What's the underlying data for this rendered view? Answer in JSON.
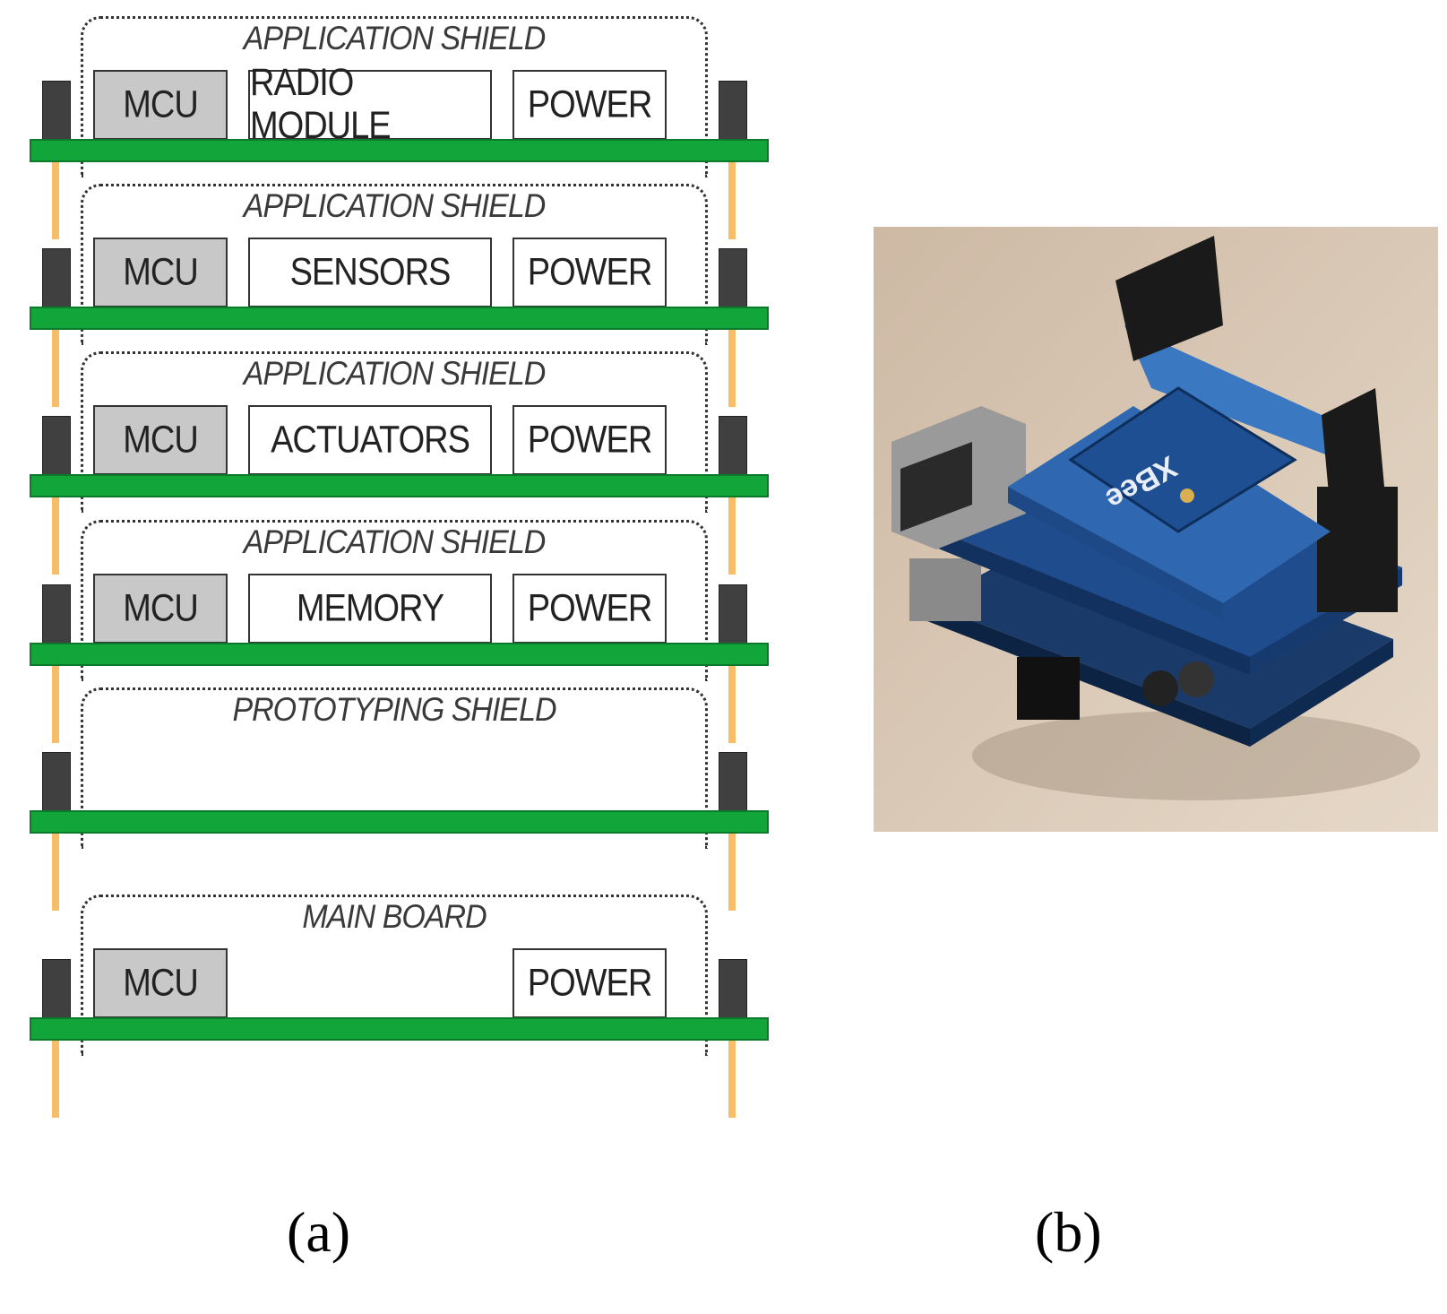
{
  "layers": [
    {
      "title": "APPLICATION SHIELD",
      "components": [
        {
          "label": "MCU",
          "style": "gray"
        },
        {
          "label": "RADIO MODULE",
          "style": "white"
        },
        {
          "label": "POWER",
          "style": "white"
        }
      ]
    },
    {
      "title": "APPLICATION SHIELD",
      "components": [
        {
          "label": "MCU",
          "style": "gray"
        },
        {
          "label": "SENSORS",
          "style": "white"
        },
        {
          "label": "POWER",
          "style": "white"
        }
      ]
    },
    {
      "title": "APPLICATION SHIELD",
      "components": [
        {
          "label": "MCU",
          "style": "gray"
        },
        {
          "label": "ACTUATORS",
          "style": "white"
        },
        {
          "label": "POWER",
          "style": "white"
        }
      ]
    },
    {
      "title": "APPLICATION SHIELD",
      "components": [
        {
          "label": "MCU",
          "style": "gray"
        },
        {
          "label": "MEMORY",
          "style": "white"
        },
        {
          "label": "POWER",
          "style": "white"
        }
      ]
    },
    {
      "title": "PROTOTYPING SHIELD",
      "components": []
    },
    {
      "title": "MAIN BOARD",
      "components": [
        {
          "label": "MCU",
          "style": "gray"
        },
        {
          "label": "POWER",
          "style": "white"
        }
      ]
    }
  ],
  "photo": {
    "module_label": "XBee"
  },
  "captions": {
    "a": "(a)",
    "b": "(b)"
  },
  "colors": {
    "pcb": "#12a53a",
    "pin_leg": "#f7be67",
    "connector": "#404040",
    "mcu_fill": "#c8c8c8"
  }
}
